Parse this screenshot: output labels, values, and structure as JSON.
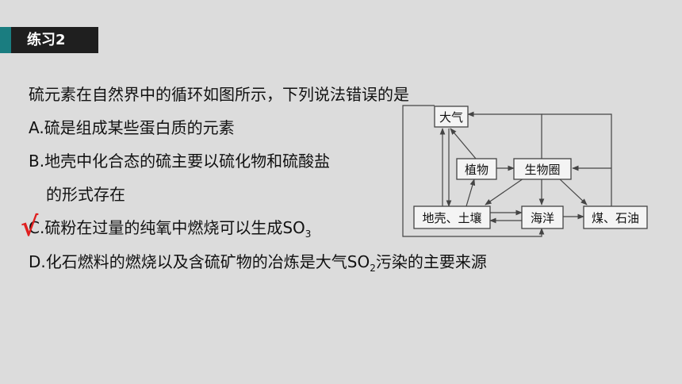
{
  "tag": "练习2",
  "question": {
    "stem": "硫元素在自然界中的循环如图所示，下列说法错误的是",
    "option_a": "A.硫是组成某些蛋白质的元素",
    "option_b_1": "B.地壳中化合态的硫主要以硫化物和硫酸盐",
    "option_b_2": "的形式存在",
    "option_c_pre": "C.硫粉在过量的纯氧中燃烧可以生成SO",
    "option_c_sub": "3",
    "option_d_pre": "D.化石燃料的燃烧以及含硫矿物的冶炼是大气SO",
    "option_d_sub": "2",
    "option_d_post": "污染的主要来源",
    "check_mark": "√"
  },
  "diagram": {
    "air": "大气",
    "plants": "植物",
    "biosphere": "生物圈",
    "crust_soil": "地壳、土壤",
    "ocean": "海洋",
    "coal_oil": "煤、石油"
  },
  "colors": {
    "tag_bg": "#1f1f1f",
    "tag_accent": "#1a7d80",
    "check": "#e02020"
  }
}
